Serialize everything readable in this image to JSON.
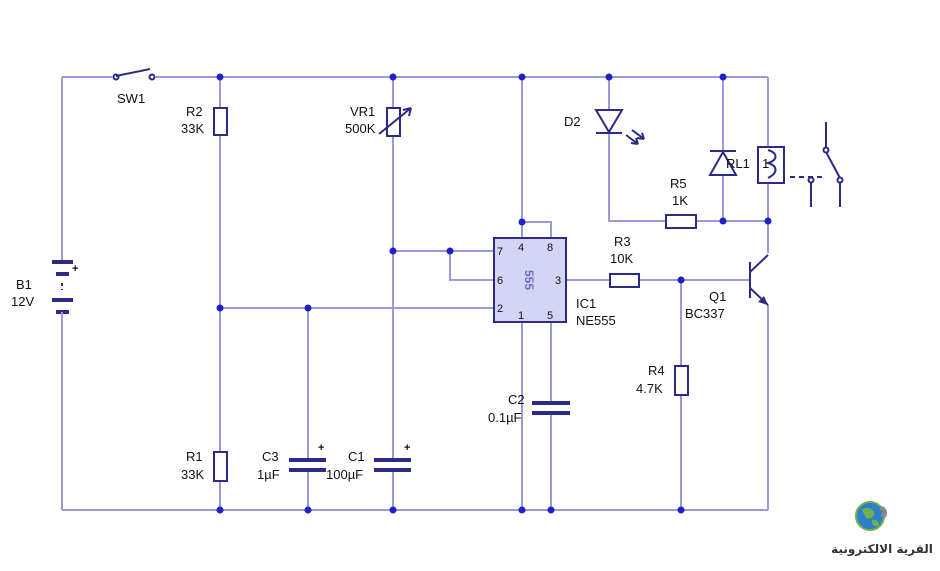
{
  "components": {
    "sw1": {
      "ref": "SW1"
    },
    "b1": {
      "ref": "B1",
      "value": "12V"
    },
    "r2": {
      "ref": "R2",
      "value": "33K"
    },
    "r1": {
      "ref": "R1",
      "value": "33K"
    },
    "vr1": {
      "ref": "VR1",
      "value": "500K"
    },
    "c3": {
      "ref": "C3",
      "value": "1µF"
    },
    "c1": {
      "ref": "C1",
      "value": "100µF"
    },
    "c2": {
      "ref": "C2",
      "value": "0.1µF"
    },
    "ic1": {
      "ref": "IC1",
      "value": "NE555",
      "chip": "555",
      "pins": {
        "p1": "1",
        "p2": "2",
        "p3": "3",
        "p4": "4",
        "p5": "5",
        "p6": "6",
        "p7": "7",
        "p8": "8"
      }
    },
    "d2": {
      "ref": "D2"
    },
    "r5": {
      "ref": "R5",
      "value": "1K"
    },
    "r3": {
      "ref": "R3",
      "value": "10K"
    },
    "r4": {
      "ref": "R4",
      "value": "4.7K"
    },
    "q1": {
      "ref": "Q1",
      "value": "BC337"
    },
    "rl1": {
      "ref": "RL1",
      "coil": "1"
    }
  },
  "polarity": {
    "plus": "+"
  },
  "logo": {
    "text": "القرية الالكترونية"
  },
  "colors": {
    "wire": "#9a9ad6",
    "component": "#2b2b86",
    "junction": "#2020c8"
  }
}
